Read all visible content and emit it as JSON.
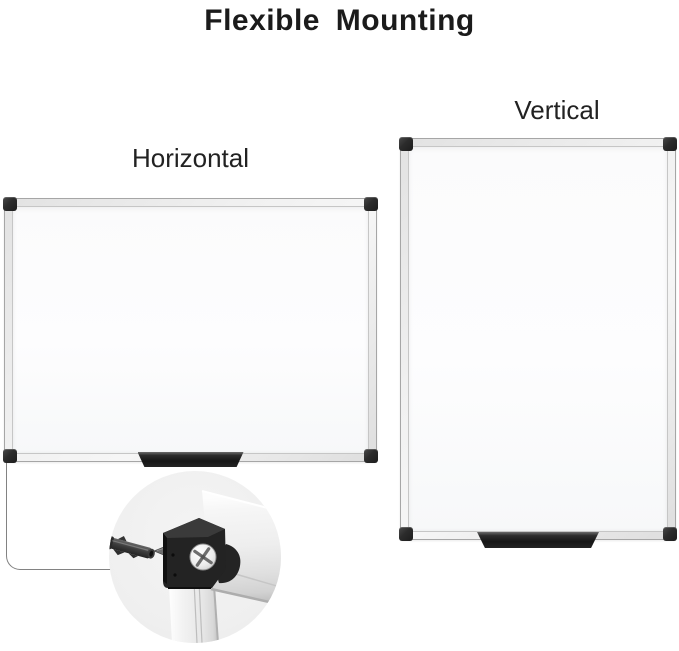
{
  "title": "Flexible Mounting",
  "sections": {
    "horizontal": {
      "label": "Horizontal"
    },
    "vertical": {
      "label": "Vertical"
    }
  },
  "callout": {
    "parts": [
      "wall-anchor",
      "mounting-screw",
      "corner-bracket",
      "phillips-screw",
      "keyhole-cover",
      "aluminum-frame-rail"
    ]
  },
  "colors": {
    "background": "#ffffff",
    "heading_text": "#1b1b1b",
    "label_text": "#222222",
    "frame_silver": "#ececec",
    "frame_edge": "#a6a6a6",
    "corner_cap": "#2b2b2b",
    "marker_tray": "#1c1c1c",
    "callout_circle_bg": "#f0f0f0",
    "leader_line": "#828282"
  }
}
